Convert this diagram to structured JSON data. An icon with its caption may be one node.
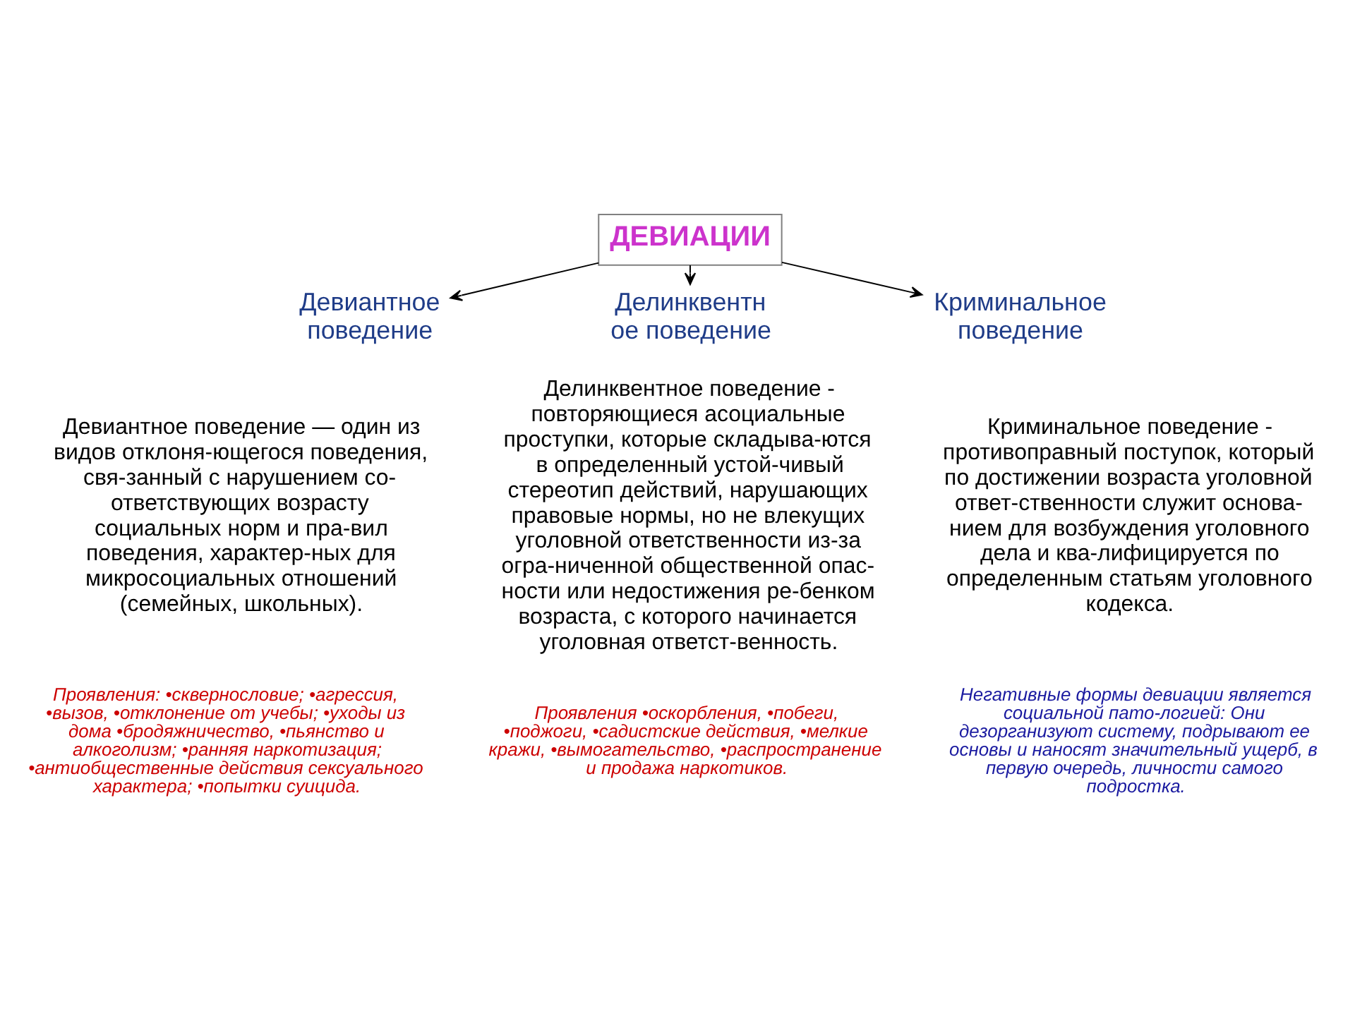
{
  "diagram": {
    "nodes": [
      {
        "text": [
          "ДЕВИАЦИИ"
        ]
      },
      {
        "text": [
          "Девиантное поведение"
        ]
      },
      {
        "text": [
          "Делинквентн ое поведение"
        ]
      },
      {
        "text": [
          "Криминальное поведение"
        ]
      }
    ],
    "edges": [
      {
        "from": 0,
        "to": 1,
        "arrow": "to"
      },
      {
        "from": 0,
        "to": 2,
        "arrow": "to"
      },
      {
        "from": 0,
        "to": 3,
        "arrow": "to"
      }
    ],
    "labels": [
      "Девиантное поведение — один из видов отклоня-ющегося поведения, свя-занный с нарушением со-ответствующих возрасту социальных норм и пра-вил поведения, характер-ных для микросоциальных отношений (семейных, школьных).",
      "Делинквентное поведение - повторяющиеся асоциальные проступки, которые складыва-ются в определенный устой-чивый стереотип действий, нарушающих правовые нормы, но не влекущих уголовной ответственности из-за огра-ниченной общественной опас-ности или недостижения ре-бенком возраста, с которого начинается уголовная ответст-венность.",
      "Криминальное поведение - противоправный поступок, который по достижении возраста уголовной ответ-ственности служит основа-нием для возбуждения уголовного дела и ква-лифицируется по определенным статьям уголовного кодекса.",
      "Проявления: •сквернословие; •агрессия, •вызов, •отклонение от учебы; •уходы из дома •бродяжничество, •пьянство и алкоголизм; •ранняя наркотизация; •антиобщественные действия сексуального характера; •попытки суицида.",
      "Проявления •оскорбления, •побеги, •поджоги, •садистские действия, •мелкие кражи, •вымогательство, •распространение и продажа наркотиков.",
      "Негативные формы девиации является социальной пато-логией: Они дезорганизуют систему, подрывают ее основы и наносят значительный ущерб, в первую очередь, личности самого подростка."
    ]
  }
}
